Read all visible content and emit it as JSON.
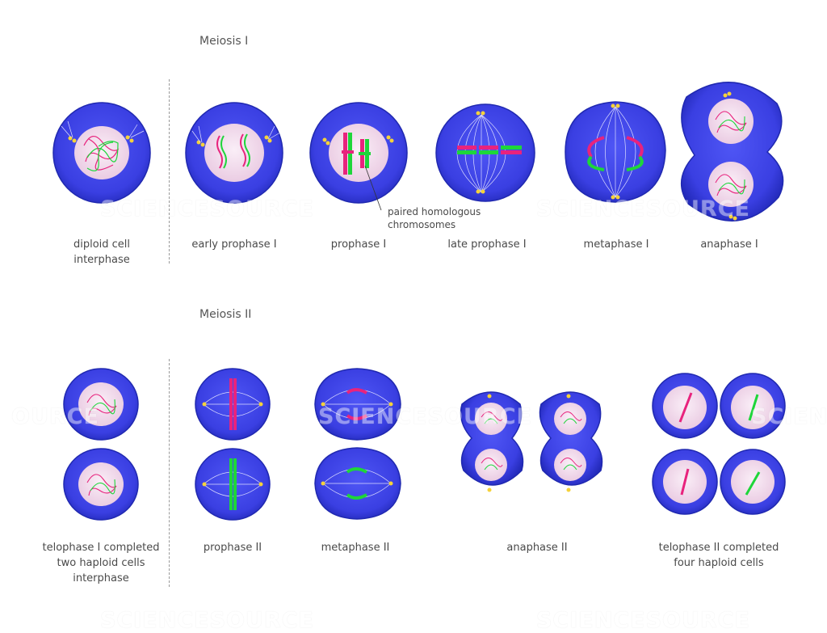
{
  "sections": {
    "meiosis1": "Meiosis I",
    "meiosis2": "Meiosis II"
  },
  "labels": {
    "diploid": "diploid cell\ninterphase",
    "early_prophase1": "early prophase I",
    "prophase1": "prophase I",
    "late_prophase1": "late prophase I",
    "metaphase1": "metaphase I",
    "anaphase1": "anaphase I",
    "telophase1": "telophase I completed\ntwo haploid cells\ninterphase",
    "prophase2": "prophase II",
    "metaphase2": "metaphase II",
    "anaphase2": "anaphase II",
    "telophase2": "telophase II completed\nfour haploid cells"
  },
  "annotation": "paired homologous\nchromosomes",
  "watermark": {
    "w1": "SCIENCESOURCE",
    "w2": "SCIENCESOURCE",
    "w3": "OURCE",
    "w4": "SCIENCESOURCE",
    "w5": "SCIEN",
    "w6": "SCIENCESOURCE",
    "w7": "SCIENCESOURCE"
  },
  "colors": {
    "cytoplasm": "#3b3fe6",
    "cytoplasm_edge": "#2a2fc8",
    "nucleus": "#f3dcee",
    "chrom_pink": "#e8237d",
    "chrom_green": "#1ed63a",
    "centrosome": "#f5d23a"
  }
}
